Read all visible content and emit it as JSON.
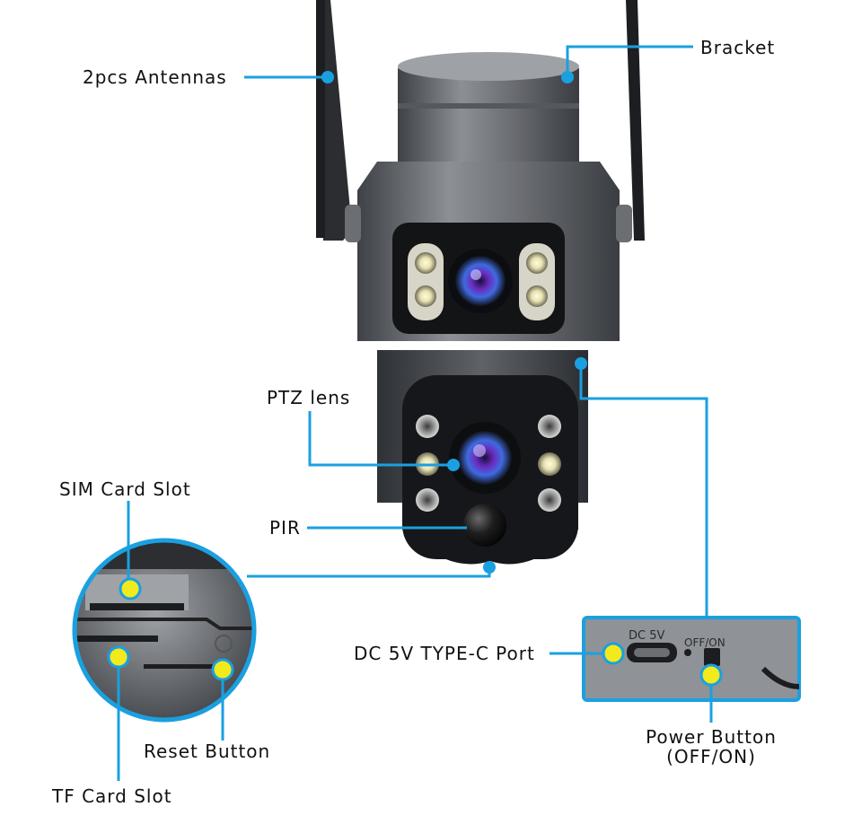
{
  "labels": {
    "antennas": "2pcs Antennas",
    "bracket": "Bracket",
    "ptz_lens": "PTZ lens",
    "pir": "PIR",
    "sim_slot": "SIM Card Slot",
    "tf_slot": "TF Card Slot",
    "reset": "Reset Button",
    "dc_port": "DC 5V TYPE-C Port",
    "power_line1": "Power Button",
    "power_line2": "(OFF/ON)"
  },
  "panel_text": {
    "dc_5v": "DC 5V",
    "off_on": "OFF/ON"
  },
  "colors": {
    "callout_blue": "#1aa0e0",
    "marker_yellow": "#f2ea1c",
    "body_gray": "#5c5f63",
    "lens_purple": "#8a4ad8"
  },
  "icons": {
    "reset": "power-symbol-icon"
  }
}
